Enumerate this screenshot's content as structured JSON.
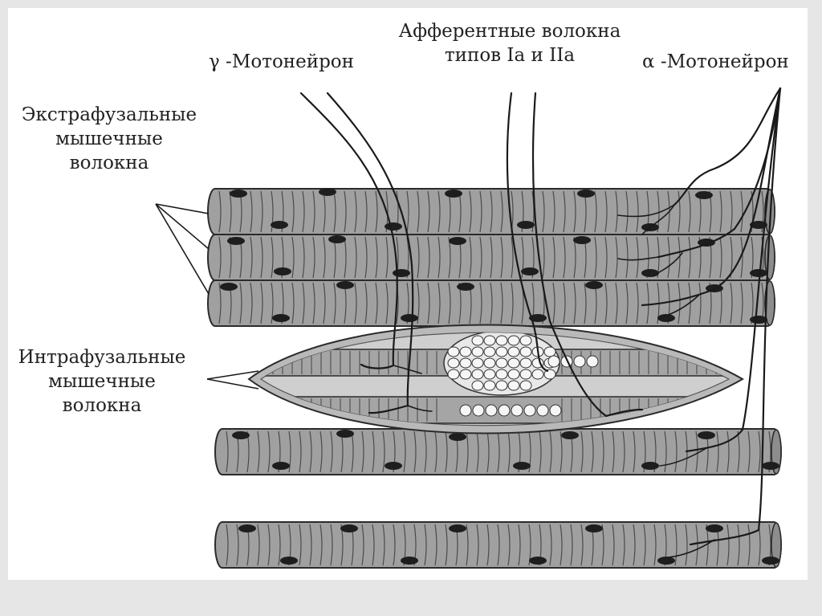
{
  "labels": {
    "extrafusal": [
      "Экстрафузальные",
      "мышечные",
      "волокна"
    ],
    "intrafusal": [
      "Интрафузальные",
      "мышечные",
      "волокна"
    ],
    "gamma_motoneuron": "γ -Мотонейрон",
    "afferent": [
      "Афферентные волокна",
      "типов Ia и IIa"
    ],
    "alpha_motoneuron": "α -Мотонейрон"
  },
  "colors": {
    "fiber_fill": "#a0a0a0",
    "fiber_outline": "#2b2b2b",
    "nucleus": "#1e1e1e",
    "spindle_outer": "#b9b9b9",
    "nerve": "#1a1a1a",
    "slide_bg": "#ffffff",
    "frame_bg": "#e6e6e6"
  }
}
